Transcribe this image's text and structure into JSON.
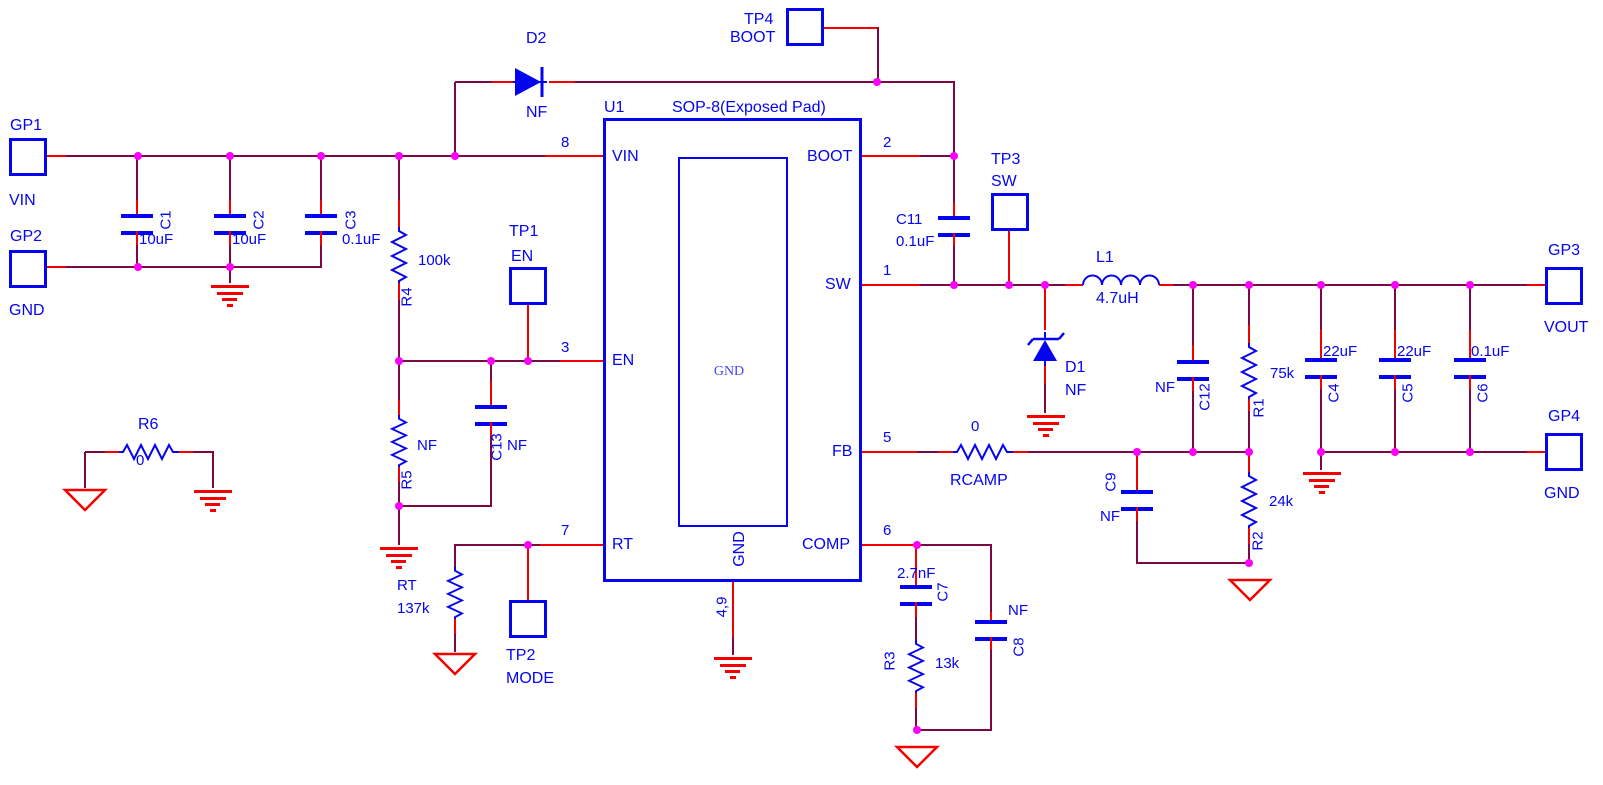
{
  "colors": {
    "wire": "#7B0A44",
    "pin_stub": "#F40000",
    "symbol_blue": "#0404EF",
    "junction": "#FB00FB",
    "ground": "#F40000",
    "background": "#FFFFFF"
  },
  "connectors": {
    "gp1": {
      "ref": "GP1",
      "net": "VIN"
    },
    "gp2": {
      "ref": "GP2",
      "net": "GND"
    },
    "gp3": {
      "ref": "GP3",
      "net": "VOUT"
    },
    "gp4": {
      "ref": "GP4",
      "net": "GND"
    }
  },
  "test_points": {
    "tp1": {
      "ref": "TP1",
      "net": "EN"
    },
    "tp2": {
      "ref": "TP2",
      "net": "MODE"
    },
    "tp3": {
      "ref": "TP3",
      "net": "SW"
    },
    "tp4": {
      "ref": "TP4",
      "net": "BOOT"
    }
  },
  "ic": {
    "ref": "U1",
    "package": "SOP-8(Exposed Pad)",
    "pad_label": "GND",
    "gnd_pin_name": "GND",
    "gnd_pin_numbers": "4,9",
    "pins": {
      "vin": {
        "number": "8",
        "name": "VIN"
      },
      "en": {
        "number": "3",
        "name": "EN"
      },
      "rt": {
        "number": "7",
        "name": "RT"
      },
      "boot": {
        "number": "2",
        "name": "BOOT"
      },
      "sw": {
        "number": "1",
        "name": "SW"
      },
      "fb": {
        "number": "5",
        "name": "FB"
      },
      "comp": {
        "number": "6",
        "name": "COMP"
      }
    }
  },
  "components": {
    "c1": {
      "ref": "C1",
      "value": "10uF"
    },
    "c2": {
      "ref": "C2",
      "value": "10uF"
    },
    "c3": {
      "ref": "C3",
      "value": "0.1uF"
    },
    "c4": {
      "ref": "C4",
      "value": "22uF"
    },
    "c5": {
      "ref": "C5",
      "value": "22uF"
    },
    "c6": {
      "ref": "C6",
      "value": "0.1uF"
    },
    "c7": {
      "ref": "C7",
      "value": "2.7nF"
    },
    "c8": {
      "ref": "C8",
      "value": "NF"
    },
    "c9": {
      "ref": "C9",
      "value": "NF"
    },
    "c11": {
      "ref": "C11",
      "value": "0.1uF"
    },
    "c12": {
      "ref": "C12",
      "value": "NF"
    },
    "c13": {
      "ref": "C13",
      "value": "NF"
    },
    "r1": {
      "ref": "R1",
      "value": "75k"
    },
    "r2": {
      "ref": "R2",
      "value": "24k"
    },
    "r3": {
      "ref": "R3",
      "value": "13k"
    },
    "r4": {
      "ref": "R4",
      "value": "100k"
    },
    "r5": {
      "ref": "R5",
      "value": "NF"
    },
    "r6": {
      "ref": "R6",
      "value": "0"
    },
    "rt": {
      "ref": "RT",
      "value": "137k"
    },
    "rcamp": {
      "ref": "RCAMP",
      "value": "0"
    },
    "l1": {
      "ref": "L1",
      "value": "4.7uH"
    },
    "d1": {
      "ref": "D1",
      "value": "NF"
    },
    "d2": {
      "ref": "D2",
      "value": "NF"
    }
  }
}
